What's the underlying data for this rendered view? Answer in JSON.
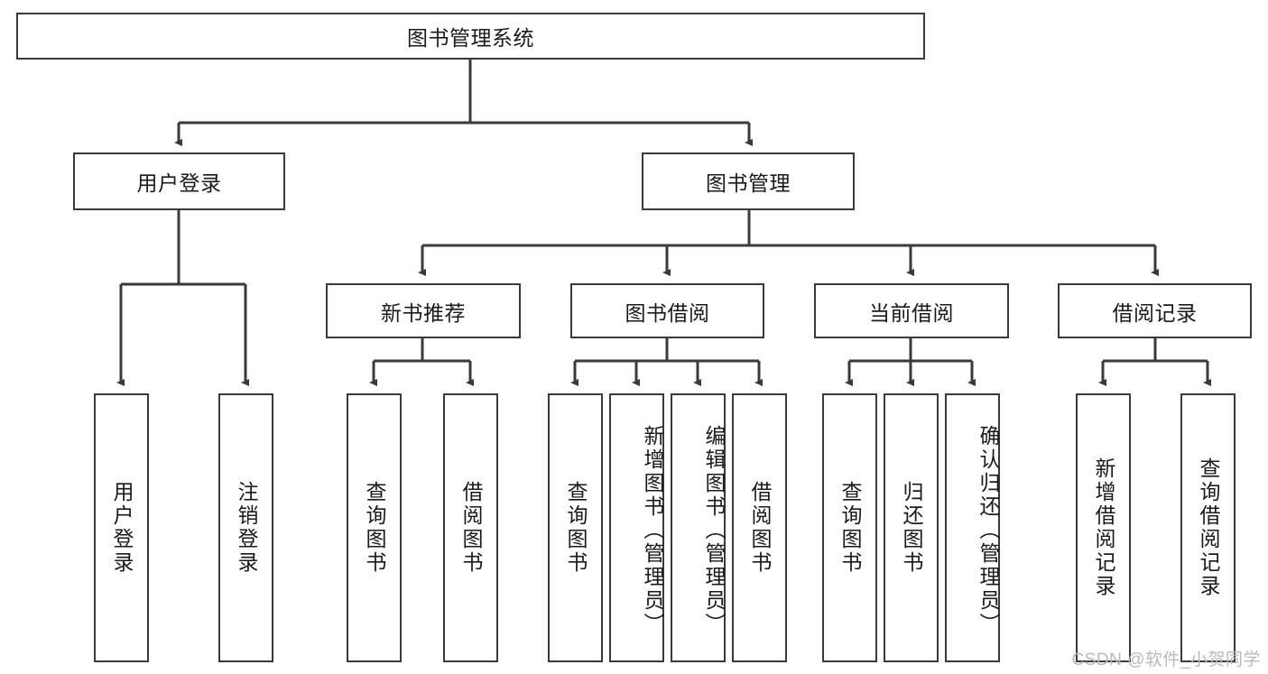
{
  "diagram": {
    "type": "tree-hierarchy",
    "title": "图书管理系统",
    "watermark": "CSDN @软件_小贺同学",
    "colors": {
      "box_border": "#3a3a3a",
      "box_fill": "#ffffff",
      "edge": "#3a3a3a",
      "text": "#1a1a1a",
      "watermark": "#b9b9b9"
    },
    "nodes": {
      "root": {
        "label": "图书管理系统",
        "level": 1
      },
      "user_login": {
        "label": "用户登录",
        "level": 2
      },
      "book_manage": {
        "label": "图书管理",
        "level": 2
      },
      "new_book_rec": {
        "label": "新书推荐",
        "level": 3
      },
      "book_borrow": {
        "label": "图书借阅",
        "level": 3
      },
      "current_borrow": {
        "label": "当前借阅",
        "level": 3
      },
      "borrow_record": {
        "label": "借阅记录",
        "level": 3
      },
      "leaf_user_login": {
        "label": "用户登录",
        "level": 4
      },
      "leaf_logout_login": {
        "label": "注销登录",
        "level": 4
      },
      "leaf_query_book_1": {
        "label": "查询图书",
        "level": 4
      },
      "leaf_borrow_book_1": {
        "label": "借阅图书",
        "level": 4
      },
      "leaf_query_book_2": {
        "label": "查询图书",
        "level": 4
      },
      "leaf_add_book": {
        "label": "新增图书（管理员）",
        "level": 4
      },
      "leaf_edit_book": {
        "label": "编辑图书（管理员）",
        "level": 4
      },
      "leaf_borrow_book_2": {
        "label": "借阅图书",
        "level": 4
      },
      "leaf_query_book_3": {
        "label": "查询图书",
        "level": 4
      },
      "leaf_return_book": {
        "label": "归还图书",
        "level": 4
      },
      "leaf_confirm_return": {
        "label": "确认归还（管理员）",
        "level": 4
      },
      "leaf_add_record": {
        "label": "新增借阅记录",
        "level": 4
      },
      "leaf_query_record": {
        "label": "查询借阅记录",
        "level": 4
      }
    },
    "edges": [
      {
        "from": "root",
        "to": "user_login"
      },
      {
        "from": "root",
        "to": "book_manage"
      },
      {
        "from": "user_login",
        "to": "leaf_user_login"
      },
      {
        "from": "user_login",
        "to": "leaf_logout_login"
      },
      {
        "from": "book_manage",
        "to": "new_book_rec"
      },
      {
        "from": "book_manage",
        "to": "book_borrow"
      },
      {
        "from": "book_manage",
        "to": "current_borrow"
      },
      {
        "from": "book_manage",
        "to": "borrow_record"
      },
      {
        "from": "new_book_rec",
        "to": "leaf_query_book_1"
      },
      {
        "from": "new_book_rec",
        "to": "leaf_borrow_book_1"
      },
      {
        "from": "book_borrow",
        "to": "leaf_query_book_2"
      },
      {
        "from": "book_borrow",
        "to": "leaf_add_book"
      },
      {
        "from": "book_borrow",
        "to": "leaf_edit_book"
      },
      {
        "from": "book_borrow",
        "to": "leaf_borrow_book_2"
      },
      {
        "from": "current_borrow",
        "to": "leaf_query_book_3"
      },
      {
        "from": "current_borrow",
        "to": "leaf_return_book"
      },
      {
        "from": "current_borrow",
        "to": "leaf_confirm_return"
      },
      {
        "from": "borrow_record",
        "to": "leaf_add_record"
      },
      {
        "from": "borrow_record",
        "to": "leaf_query_record"
      }
    ]
  }
}
